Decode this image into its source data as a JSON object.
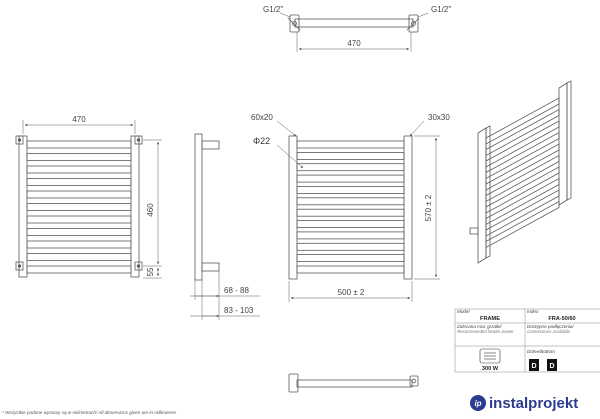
{
  "top_view": {
    "left_connection": "G1/2\"",
    "right_connection": "G1/2\"",
    "width": "470"
  },
  "front_view": {
    "width_top": "470",
    "height": "460",
    "bottom_offset": "55"
  },
  "side_view": {
    "depth_min": "68 - 88",
    "depth_max": "83 - 103"
  },
  "main_view": {
    "tube_collector": "60x20",
    "tube_rungs": "30x30",
    "diameter": "Φ22",
    "height_tol": "570 ± 2",
    "width_tol": "500 ± 2"
  },
  "title_block": {
    "model_label": "Model",
    "model_value": "FRAME",
    "index_label": "Index",
    "index_value": "FRA-50/60",
    "heater_label_pl": "Zalecana moc grzałki/",
    "heater_label_en": "Recommended heater power",
    "heater_value": "300 W",
    "connections_label_pl": "Dostępne podłączenia/",
    "connections_label_en": "Connections available",
    "bottom_label": "Dolne/Bottom",
    "conn_1": "D",
    "conn_2": "D"
  },
  "footnote": "* Wszystkie podane wymiary są w milimetrach/ All dimensions given are in millimetres",
  "logo": {
    "text": "instalprojekt",
    "mark": "ip"
  },
  "colors": {
    "line": "#5a5a5a",
    "dim_line": "#555555",
    "logo_blue": "#2b3b8f"
  }
}
